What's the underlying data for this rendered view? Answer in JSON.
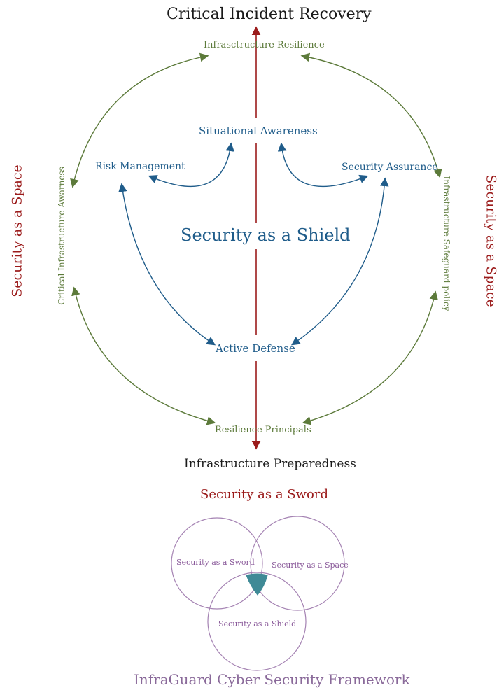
{
  "top": {
    "title": "Critical Incident Recovery",
    "subtitle": "Infrasctructure Resilience"
  },
  "shield": {
    "situational": "Situational Awareness",
    "risk": "Risk Management",
    "assurance": "Security Assurance",
    "center": "Security as a Shield",
    "defense": "Active Defense"
  },
  "sides": {
    "left_outer": "Security as a Space",
    "left_inner": "Critical Infrastructure Awarness",
    "right_outer": "Security as a Space",
    "right_inner": "Infrastructure Safeguard policy"
  },
  "bottom": {
    "principals": "Resilience Principals",
    "preparedness": "Infrastructure Preparedness",
    "sword": "Security as a Sword"
  },
  "venn": {
    "sword": "Security as a Sword",
    "space": "Security as a Space",
    "shield": "Security as a Shield",
    "footer": "InfraGuard Cyber Security Framework"
  },
  "colors": {
    "green": "#5c7a3a",
    "blue": "#1f5c8a",
    "red": "#9b1b1b",
    "purple": "#8a5a9a",
    "teal": "#3f8a96"
  }
}
